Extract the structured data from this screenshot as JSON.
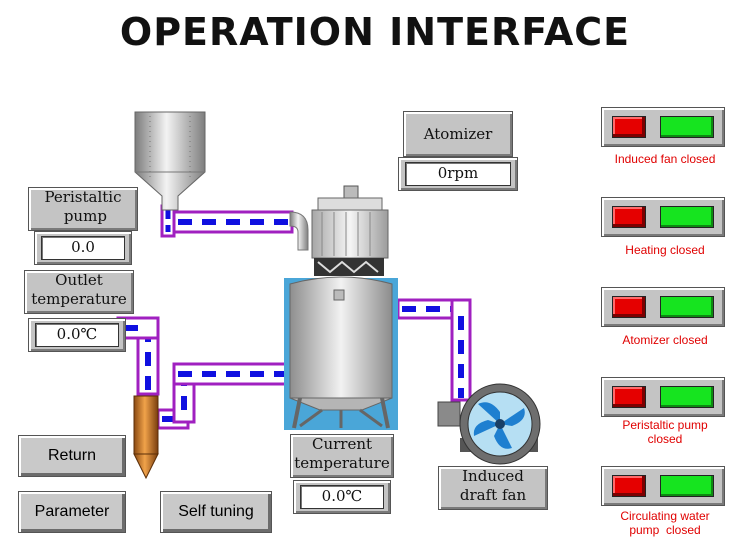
{
  "page": {
    "title": "OPERATION INTERFACE"
  },
  "peristaltic": {
    "label": "Peristaltic\n pump",
    "value": "0.0"
  },
  "outlet": {
    "label": "Outlet\ntemperature",
    "value": "0.0℃"
  },
  "atomizer": {
    "label": "Atomizer",
    "value": "0rpm"
  },
  "current": {
    "label": "Current\ntemperature",
    "value": "0.0℃"
  },
  "fan": {
    "label": "Induced\ndraft fan"
  },
  "buttons": {
    "return": "Return",
    "parameter": "Parameter",
    "self_tuning": "Self tuning"
  },
  "status": [
    {
      "text": "Induced  fan closed"
    },
    {
      "text": "Heating  closed"
    },
    {
      "text": "Atomizer  closed"
    },
    {
      "text": "Peristaltic pump\nclosed"
    },
    {
      "text": "Circulating water\npump  closed"
    }
  ],
  "colors": {
    "pipe_outer": "#a020c0",
    "pipe_dash": "#1010e0",
    "status_red": "#e00000",
    "switch_on": "#16e41f",
    "switch_off": "#e50000"
  },
  "icons": {
    "hopper": "hopper-icon",
    "motor": "atomizer-motor-icon",
    "tank": "drying-tower-icon",
    "heater": "heater-icon",
    "fan": "fan-icon"
  }
}
